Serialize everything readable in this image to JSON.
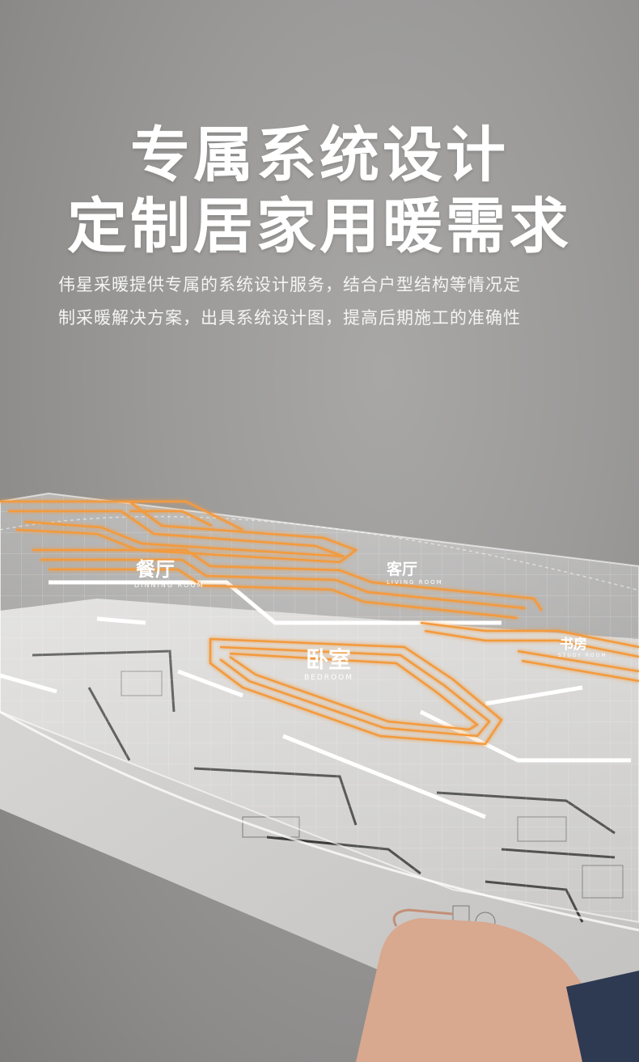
{
  "headline": {
    "line1": "专属系统设计",
    "line2": "定制居家用暖需求"
  },
  "description": {
    "line1": "伟星采暖提供专属的系统设计服务，结合户型结构等情况定",
    "line2": "制采暖解决方案，出具系统设计图，提高后期施工的准确性"
  },
  "floor_plan": {
    "rooms": [
      {
        "name": "餐厅",
        "subtitle": "DINNING ROOM"
      },
      {
        "name": "客厅",
        "subtitle": "LIVING ROOM"
      },
      {
        "name": "卧室",
        "subtitle": "BEDROOM"
      },
      {
        "name": "书房",
        "subtitle": "STUDY ROOM"
      }
    ]
  },
  "colors": {
    "heating_pipe": "#f39a3c",
    "background": "#9b9a99",
    "text": "#ffffff"
  }
}
